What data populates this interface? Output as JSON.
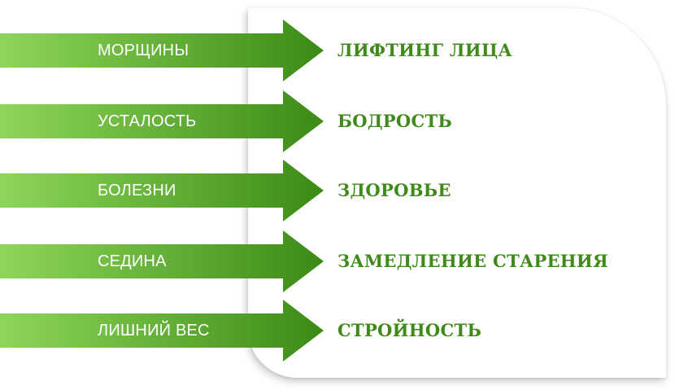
{
  "colors": {
    "arrow_light": "#8ed65a",
    "arrow_dark": "#3c8a17",
    "result_text": "#3f8a1a",
    "problem_text": "#ffffff"
  },
  "rows": [
    {
      "problem": "МОРЩИНЫ",
      "result": "ЛИФТИНГ ЛИЦА"
    },
    {
      "problem": "УСТАЛОСТЬ",
      "result": "БОДРОСТЬ"
    },
    {
      "problem": "БОЛЕЗНИ",
      "result": "ЗДОРОВЬЕ"
    },
    {
      "problem": "СЕДИНА",
      "result": "ЗАМЕДЛЕНИЕ СТАРЕНИЯ"
    },
    {
      "problem": "ЛИШНИЙ ВЕС",
      "result": "СТРОЙНОСТЬ"
    }
  ]
}
